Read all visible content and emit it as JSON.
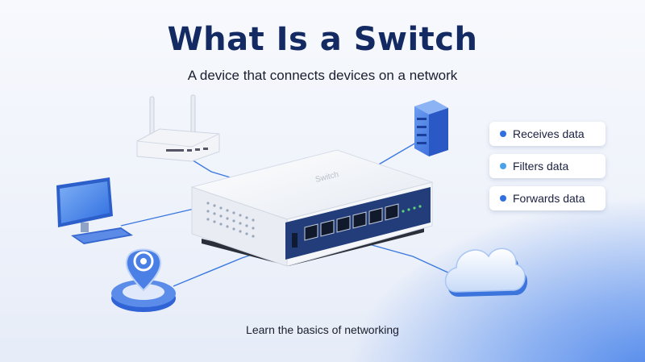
{
  "title": "What Is a Switch",
  "subtitle": "A device that connects devices on a network",
  "footer": "Learn the basics of networking",
  "switch_label": "Switch",
  "features": [
    {
      "label": "Receives data",
      "dot_color": "#2f6fe0"
    },
    {
      "label": "Filters data",
      "dot_color": "#4aa3e8"
    },
    {
      "label": "Forwards data",
      "dot_color": "#2f6fe0"
    }
  ],
  "devices": [
    "router-icon",
    "server-icon",
    "desktop-monitor-icon",
    "location-pin-icon",
    "cloud-icon"
  ],
  "colors": {
    "title": "#142a63",
    "accent": "#2f6fe0",
    "cable": "#3a78e0"
  }
}
